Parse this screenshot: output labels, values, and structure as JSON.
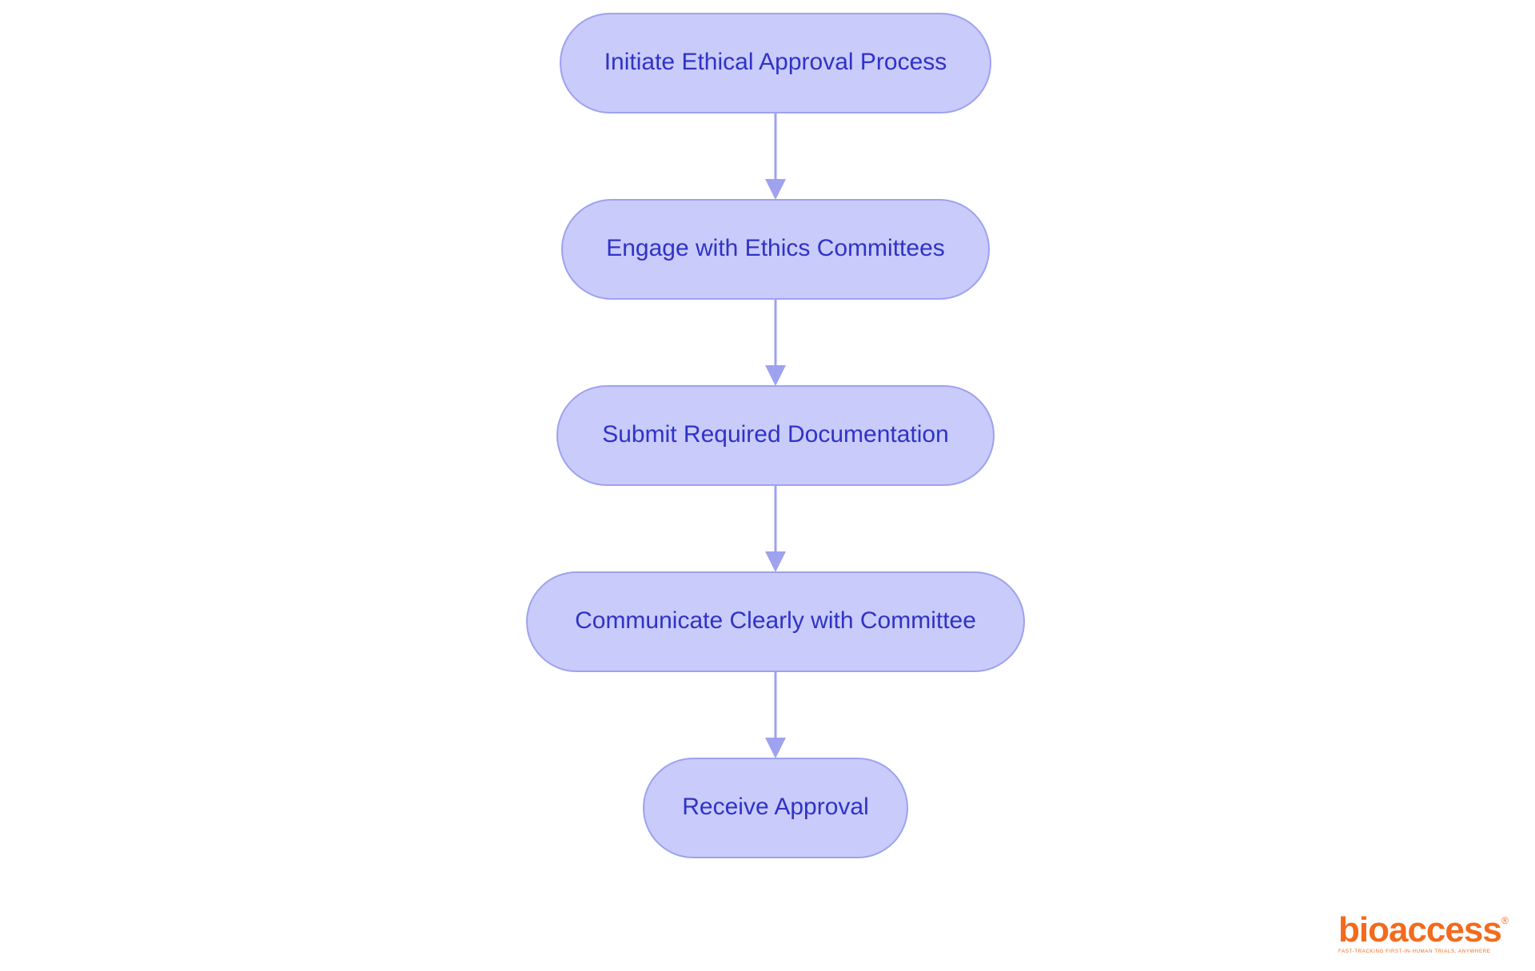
{
  "diagram": {
    "type": "flowchart",
    "direction": "top-to-bottom",
    "colors": {
      "node_fill": "#c9cbfb",
      "node_stroke": "#9ea2ef",
      "node_text": "#2f33c4",
      "edge": "#9ea2ef",
      "background": "#ffffff"
    },
    "nodes": [
      {
        "id": "n1",
        "label": "Initiate Ethical Approval Process"
      },
      {
        "id": "n2",
        "label": "Engage with Ethics Committees"
      },
      {
        "id": "n3",
        "label": "Submit Required Documentation"
      },
      {
        "id": "n4",
        "label": "Communicate Clearly with Committee"
      },
      {
        "id": "n5",
        "label": "Receive Approval"
      }
    ],
    "edges": [
      {
        "from": "n1",
        "to": "n2"
      },
      {
        "from": "n2",
        "to": "n3"
      },
      {
        "from": "n3",
        "to": "n4"
      },
      {
        "from": "n4",
        "to": "n5"
      }
    ]
  },
  "logo": {
    "wordmark": "bioaccess",
    "registered_mark": "®",
    "tagline": "FAST-TRACKING FIRST-IN-HUMAN TRIALS, ANYWHERE",
    "color": "#f26b1d"
  }
}
